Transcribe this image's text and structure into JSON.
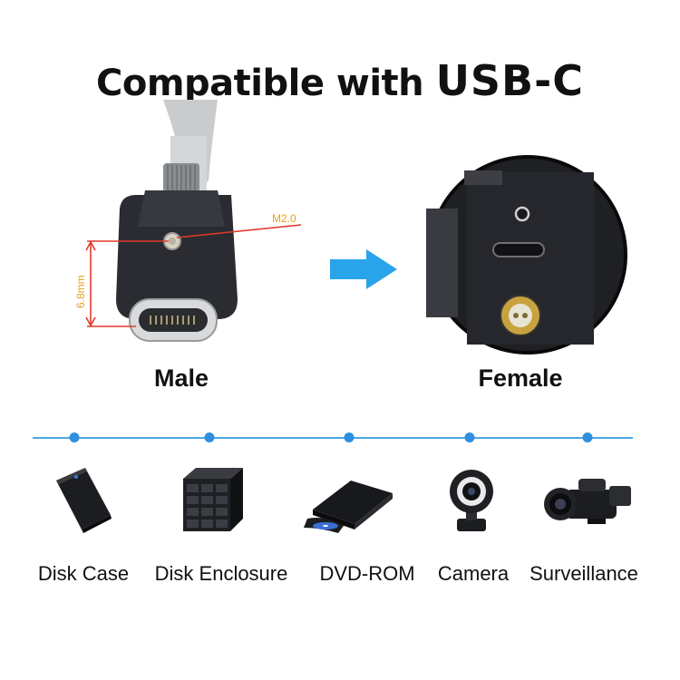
{
  "title": {
    "prefix": "Compatible with ",
    "usb": "USB-C"
  },
  "annotations": {
    "screw": "M2.0",
    "height": "6.8mm"
  },
  "connectors": {
    "male": "Male",
    "female": "Female"
  },
  "colors": {
    "accent": "#2f8ee0",
    "arrow": "#29a4ea",
    "annotation": "#e23a2a",
    "annotation_text": "#e8a11a"
  },
  "devices": [
    {
      "label": "Disk Case",
      "icon": "disk-case-icon"
    },
    {
      "label": "Disk Enclosure",
      "icon": "disk-enclosure-icon"
    },
    {
      "label": "DVD-ROM",
      "icon": "dvd-rom-icon"
    },
    {
      "label": "Camera",
      "icon": "camera-icon"
    },
    {
      "label": "Surveillance",
      "icon": "camcorder-icon"
    }
  ]
}
